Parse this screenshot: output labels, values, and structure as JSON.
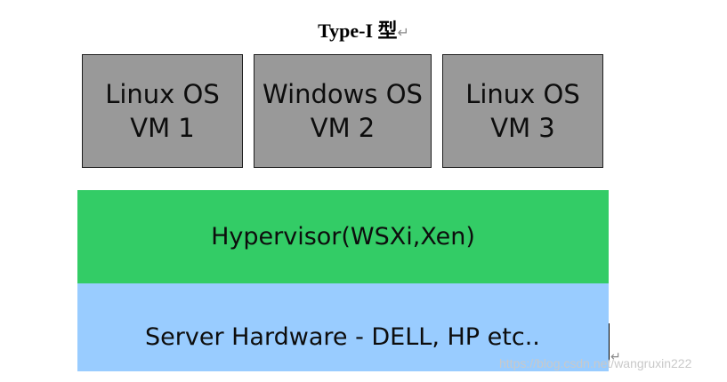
{
  "title": {
    "text": "Type-I 型",
    "return_mark": "↵"
  },
  "vms": [
    {
      "os": "Linux OS",
      "vm": "VM 1"
    },
    {
      "os": "Windows OS",
      "vm": "VM 2"
    },
    {
      "os": "Linux OS",
      "vm": "VM 3"
    }
  ],
  "hypervisor": {
    "label": "Hypervisor(WSXi,Xen)"
  },
  "hardware": {
    "label": "Server Hardware - DELL, HP etc.."
  },
  "watermark": {
    "text": "https://blog.csdn.net/wangruxin222"
  },
  "colors": {
    "vm_box": "#999999",
    "hypervisor": "#33cc66",
    "hardware": "#99ccff"
  }
}
